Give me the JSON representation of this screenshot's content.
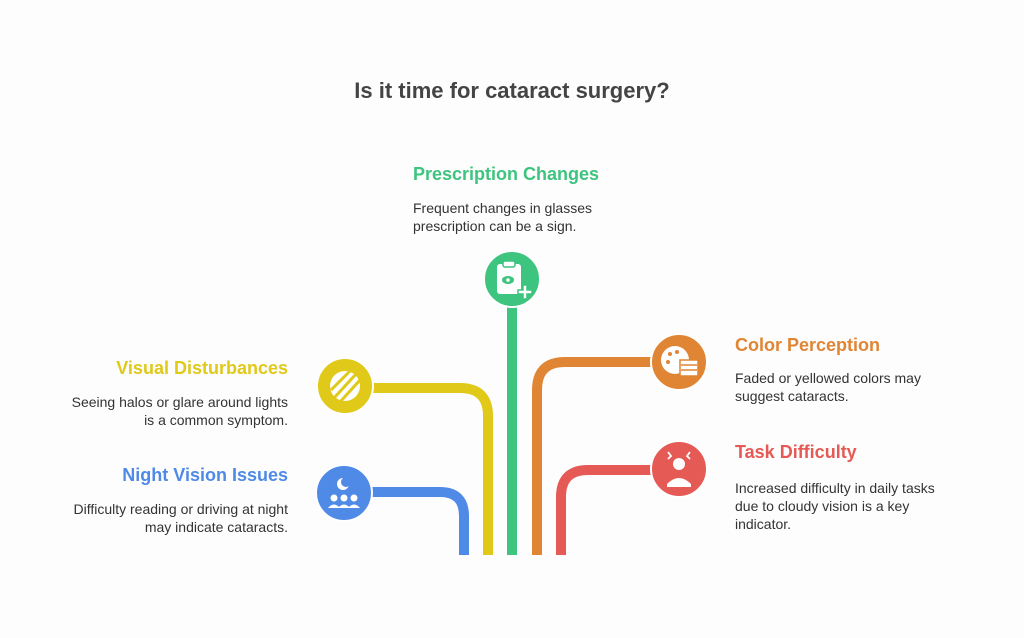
{
  "title": "Is it time for cataract surgery?",
  "colors": {
    "green": "#3dc47e",
    "yellow": "#e0c918",
    "blue": "#4f8ae6",
    "orange": "#e08533",
    "red": "#e55a54"
  },
  "items": [
    {
      "title": "Prescription Changes",
      "desc1": "Frequent changes in glasses",
      "desc2": "prescription can be a sign.",
      "icon": "clipboard-eye-plus-icon"
    },
    {
      "title": "Visual Disturbances",
      "desc1": "Seeing halos or glare around lights",
      "desc2": "is a common symptom.",
      "icon": "glare-icon"
    },
    {
      "title": "Night Vision Issues",
      "desc1": "Difficulty reading or driving at night",
      "desc2": "may indicate cataracts.",
      "icon": "moon-people-icon"
    },
    {
      "title": "Color Perception",
      "desc1": "Faded or yellowed colors may",
      "desc2": "suggest cataracts.",
      "icon": "palette-icon"
    },
    {
      "title": "Task Difficulty",
      "desc1": "Increased difficulty in daily tasks",
      "desc2": "due to cloudy vision is a key",
      "desc3": "indicator.",
      "icon": "frustrated-person-icon"
    }
  ]
}
